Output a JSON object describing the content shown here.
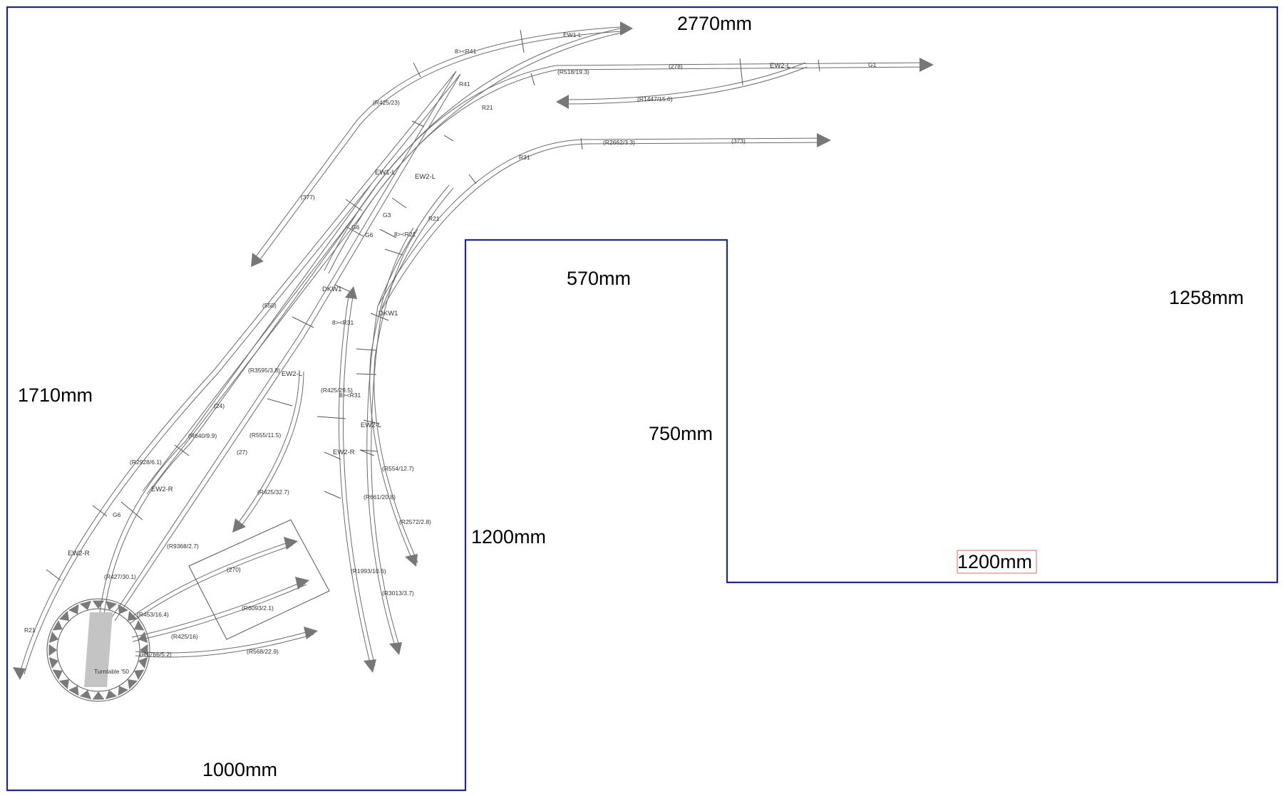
{
  "dimensions": {
    "top_width": "2770mm",
    "left_height": "1710mm",
    "bottom_width": "1000mm",
    "inner_width": "570mm",
    "inner_depth": "750mm",
    "inner_left_height": "1200mm",
    "right_height": "1258mm",
    "right_bottom_width": "1200mm"
  },
  "track_labels": {
    "ew1_l_top": "EW1-L",
    "s_r41": "8><R41",
    "r41": "R41",
    "r425_23": "(R425/23)",
    "l377": "(377)",
    "r518": "(R518/19.3)",
    "l278": "(278)",
    "ew2_l_top": "EW2-L",
    "g1": "G1",
    "r1447": "(R1447/15.6)",
    "r21_a": "R21",
    "r2662": "(R2662/3.3)",
    "l373": "(373)",
    "r31_a": "R31",
    "ew1_l_mid": "EW1-L",
    "ew2_l_mid": "EW2-L",
    "g6_a": "G6",
    "g3": "G3",
    "g6_b": "G6",
    "r21_b": "R21",
    "s_r21": "8><R21",
    "dkw1_a": "DKW1",
    "dkw1_b": "DKW1",
    "l550": "(550)",
    "s_r31_a": "8><R31",
    "r3595": "(R3595/3.8)",
    "ew2_l_low": "EW2-L",
    "l24": "(24)",
    "r425_29": "(R425/29.5)",
    "s_r31_b": "8><R31",
    "ew2_l_right": "EW2-L",
    "r640": "(R640/9.9)",
    "r555": "(R555/11.5)",
    "ew2_r_mid": "EW2-R",
    "l27": "(27)",
    "r554": "(R554/12.7)",
    "r2928": "(R2928/6.1)",
    "ew2_r_left": "EW2-R",
    "r425_32": "(R425/32.7)",
    "r661": "(R661/20.8)",
    "r2572": "(R2572/2.8)",
    "g6_c": "G6",
    "ew2_r_low": "EW2-R",
    "r9368": "(R9368/2.7)",
    "l270": "(270)",
    "r427": "(R427/30.1)",
    "r6093": "(R6093/2.1)",
    "r1993": "(R1993/10.6)",
    "r3013": "(R3013/3.7)",
    "r453": "(R453/16.4)",
    "r425_16": "(R425/16)",
    "r21_c": "R21",
    "r1766": "(R1766/5.2)",
    "r568": "(R568/22.9)",
    "turntable": "Turntable '50"
  }
}
